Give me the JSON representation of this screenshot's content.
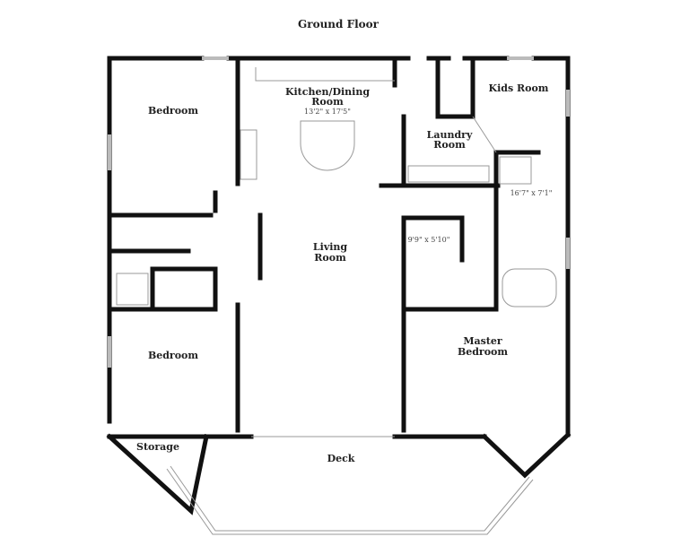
{
  "title": "Ground Floor",
  "rooms": {
    "bedroom_1": "Bedroom",
    "kitchen_line1": "Kitchen/Dining",
    "kitchen_line2": "Room",
    "kitchen_dim": "13'2\" x 17'5\"",
    "kids_room": "Kids Room",
    "laundry_line1": "Laundry",
    "laundry_line2": "Room",
    "bath_dim": "16'7\" x 7'1\"",
    "closet_dim": "9'9\" x 5'10\"",
    "living_line1": "Living",
    "living_line2": "Room",
    "master_line1": "Master",
    "master_line2": "Bedroom",
    "bedroom_2": "Bedroom",
    "storage": "Storage",
    "deck": "Deck"
  }
}
